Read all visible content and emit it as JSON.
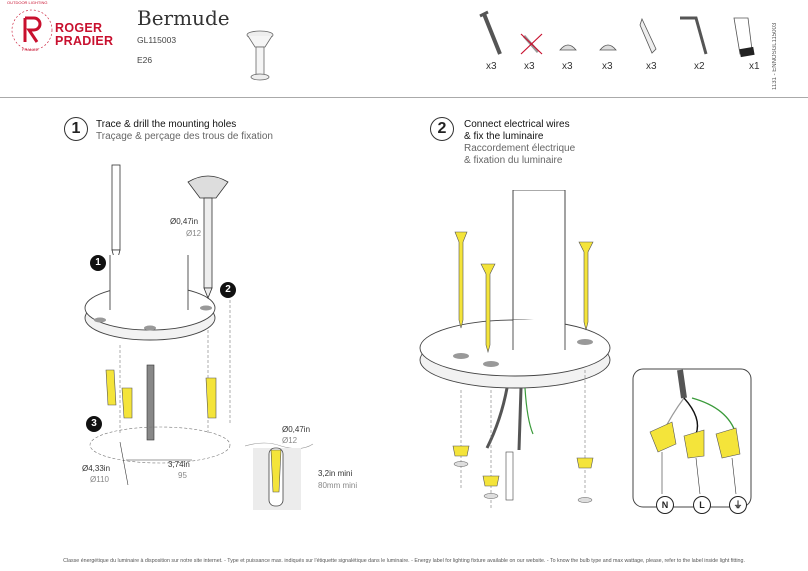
{
  "brand": {
    "name_line1": "ROGER",
    "name_line2": "PRADIER",
    "ring_top": "OUTDOOR LIGHTING",
    "ring_bottom": "FRANCE",
    "color": "#c8102e"
  },
  "product": {
    "title": "Bermude",
    "ref": "GL115003",
    "bulb": "E26"
  },
  "parts": [
    {
      "icon": "wood-screw-icon",
      "qty": "x3"
    },
    {
      "icon": "crossed-screw-icon",
      "qty": "x3"
    },
    {
      "icon": "dome-nut-icon",
      "qty": "x3"
    },
    {
      "icon": "washer-icon",
      "qty": "x3"
    },
    {
      "icon": "wall-plug-icon",
      "qty": "x3"
    },
    {
      "icon": "allen-key-icon",
      "qty": "x2"
    },
    {
      "icon": "grease-tube-icon",
      "qty": "x1"
    }
  ],
  "doc_id": "1131 - ENNOSGL115003",
  "step1": {
    "number": "1",
    "title_en": "Trace & drill the mounting holes",
    "title_fr": "Traçage & perçage des trous de fixation",
    "drill_dia_in": "Ø0,47in",
    "drill_dia_mm": "Ø12",
    "badges": [
      "1",
      "2",
      "3"
    ],
    "circle_dia_in": "Ø4,33in",
    "circle_dia_mm": "Ø110",
    "spacing_in": "3,74in",
    "spacing_mm": "95",
    "detail_dia_in": "Ø0,47in",
    "detail_dia_mm": "Ø12",
    "depth_in": "3,2in mini",
    "depth_mm": "80mm mini"
  },
  "step2": {
    "number": "2",
    "title_en_1": "Connect electrical wires",
    "title_en_2": "& fix the luminaire",
    "title_fr_1": "Raccordement électrique",
    "title_fr_2": "& fixation du luminaire",
    "wire_labels": [
      "N",
      "L",
      "⏚"
    ]
  },
  "colors": {
    "accent_yellow": "#f4e43a",
    "wire_green": "#3a9a3a",
    "brand_red": "#c8102e"
  },
  "footer": "Classe énergétique du luminaire à disposition sur notre site internet. - Type et puissance max. indiqués sur l'étiquette signalétique dans le luminaire. - Energy label for lighting fixture available on our website. - To know the bulb type and max wattage, please, refer to the label inside light fitting."
}
